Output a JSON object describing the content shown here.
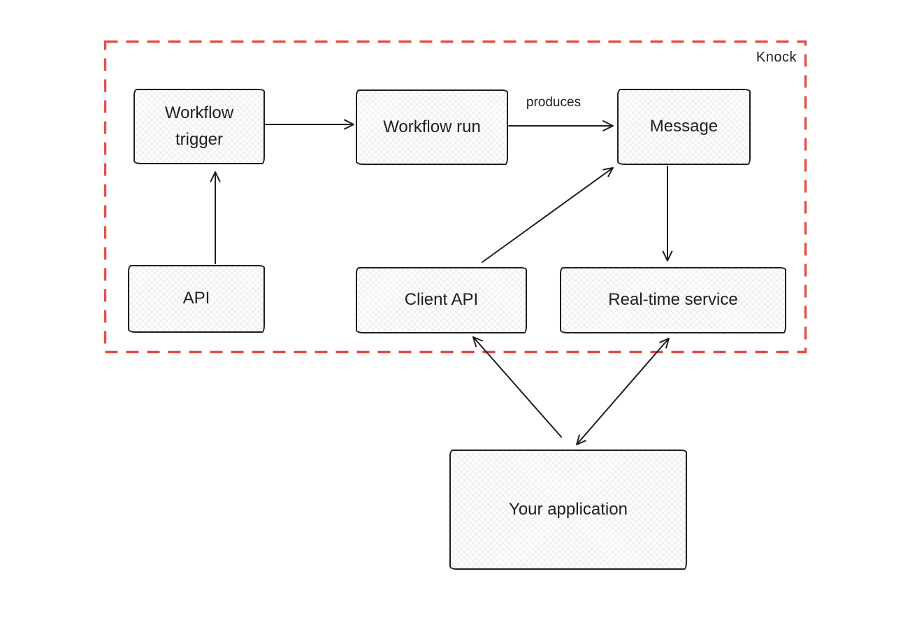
{
  "diagram": {
    "boundary": {
      "label": "Knock",
      "color": "#e34e48"
    },
    "nodes": {
      "workflow_trigger": {
        "label": "Workflow trigger"
      },
      "workflow_run": {
        "label": "Workflow run"
      },
      "message": {
        "label": "Message"
      },
      "api": {
        "label": "API"
      },
      "client_api": {
        "label": "Client API"
      },
      "realtime_service": {
        "label": "Real-time service"
      },
      "your_application": {
        "label": "Your application"
      }
    },
    "edges": [
      {
        "from": "Workflow trigger",
        "to": "Workflow run",
        "label": "",
        "bidirectional": false
      },
      {
        "from": "Workflow run",
        "to": "Message",
        "label": "produces",
        "bidirectional": false
      },
      {
        "from": "API",
        "to": "Workflow trigger",
        "label": "",
        "bidirectional": false
      },
      {
        "from": "Client API",
        "to": "Message",
        "label": "",
        "bidirectional": false
      },
      {
        "from": "Message",
        "to": "Real-time service",
        "label": "",
        "bidirectional": false
      },
      {
        "from": "Your application",
        "to": "Client API",
        "label": "",
        "bidirectional": false
      },
      {
        "from": "Your application",
        "to": "Real-time service",
        "label": "",
        "bidirectional": true
      }
    ],
    "colors": {
      "stroke": "#1e1e1e",
      "node_fill": "#fdfdfe",
      "crosshatch": "#e6e8ee",
      "boundary": "#e34e48",
      "background": "#ffffff"
    }
  }
}
